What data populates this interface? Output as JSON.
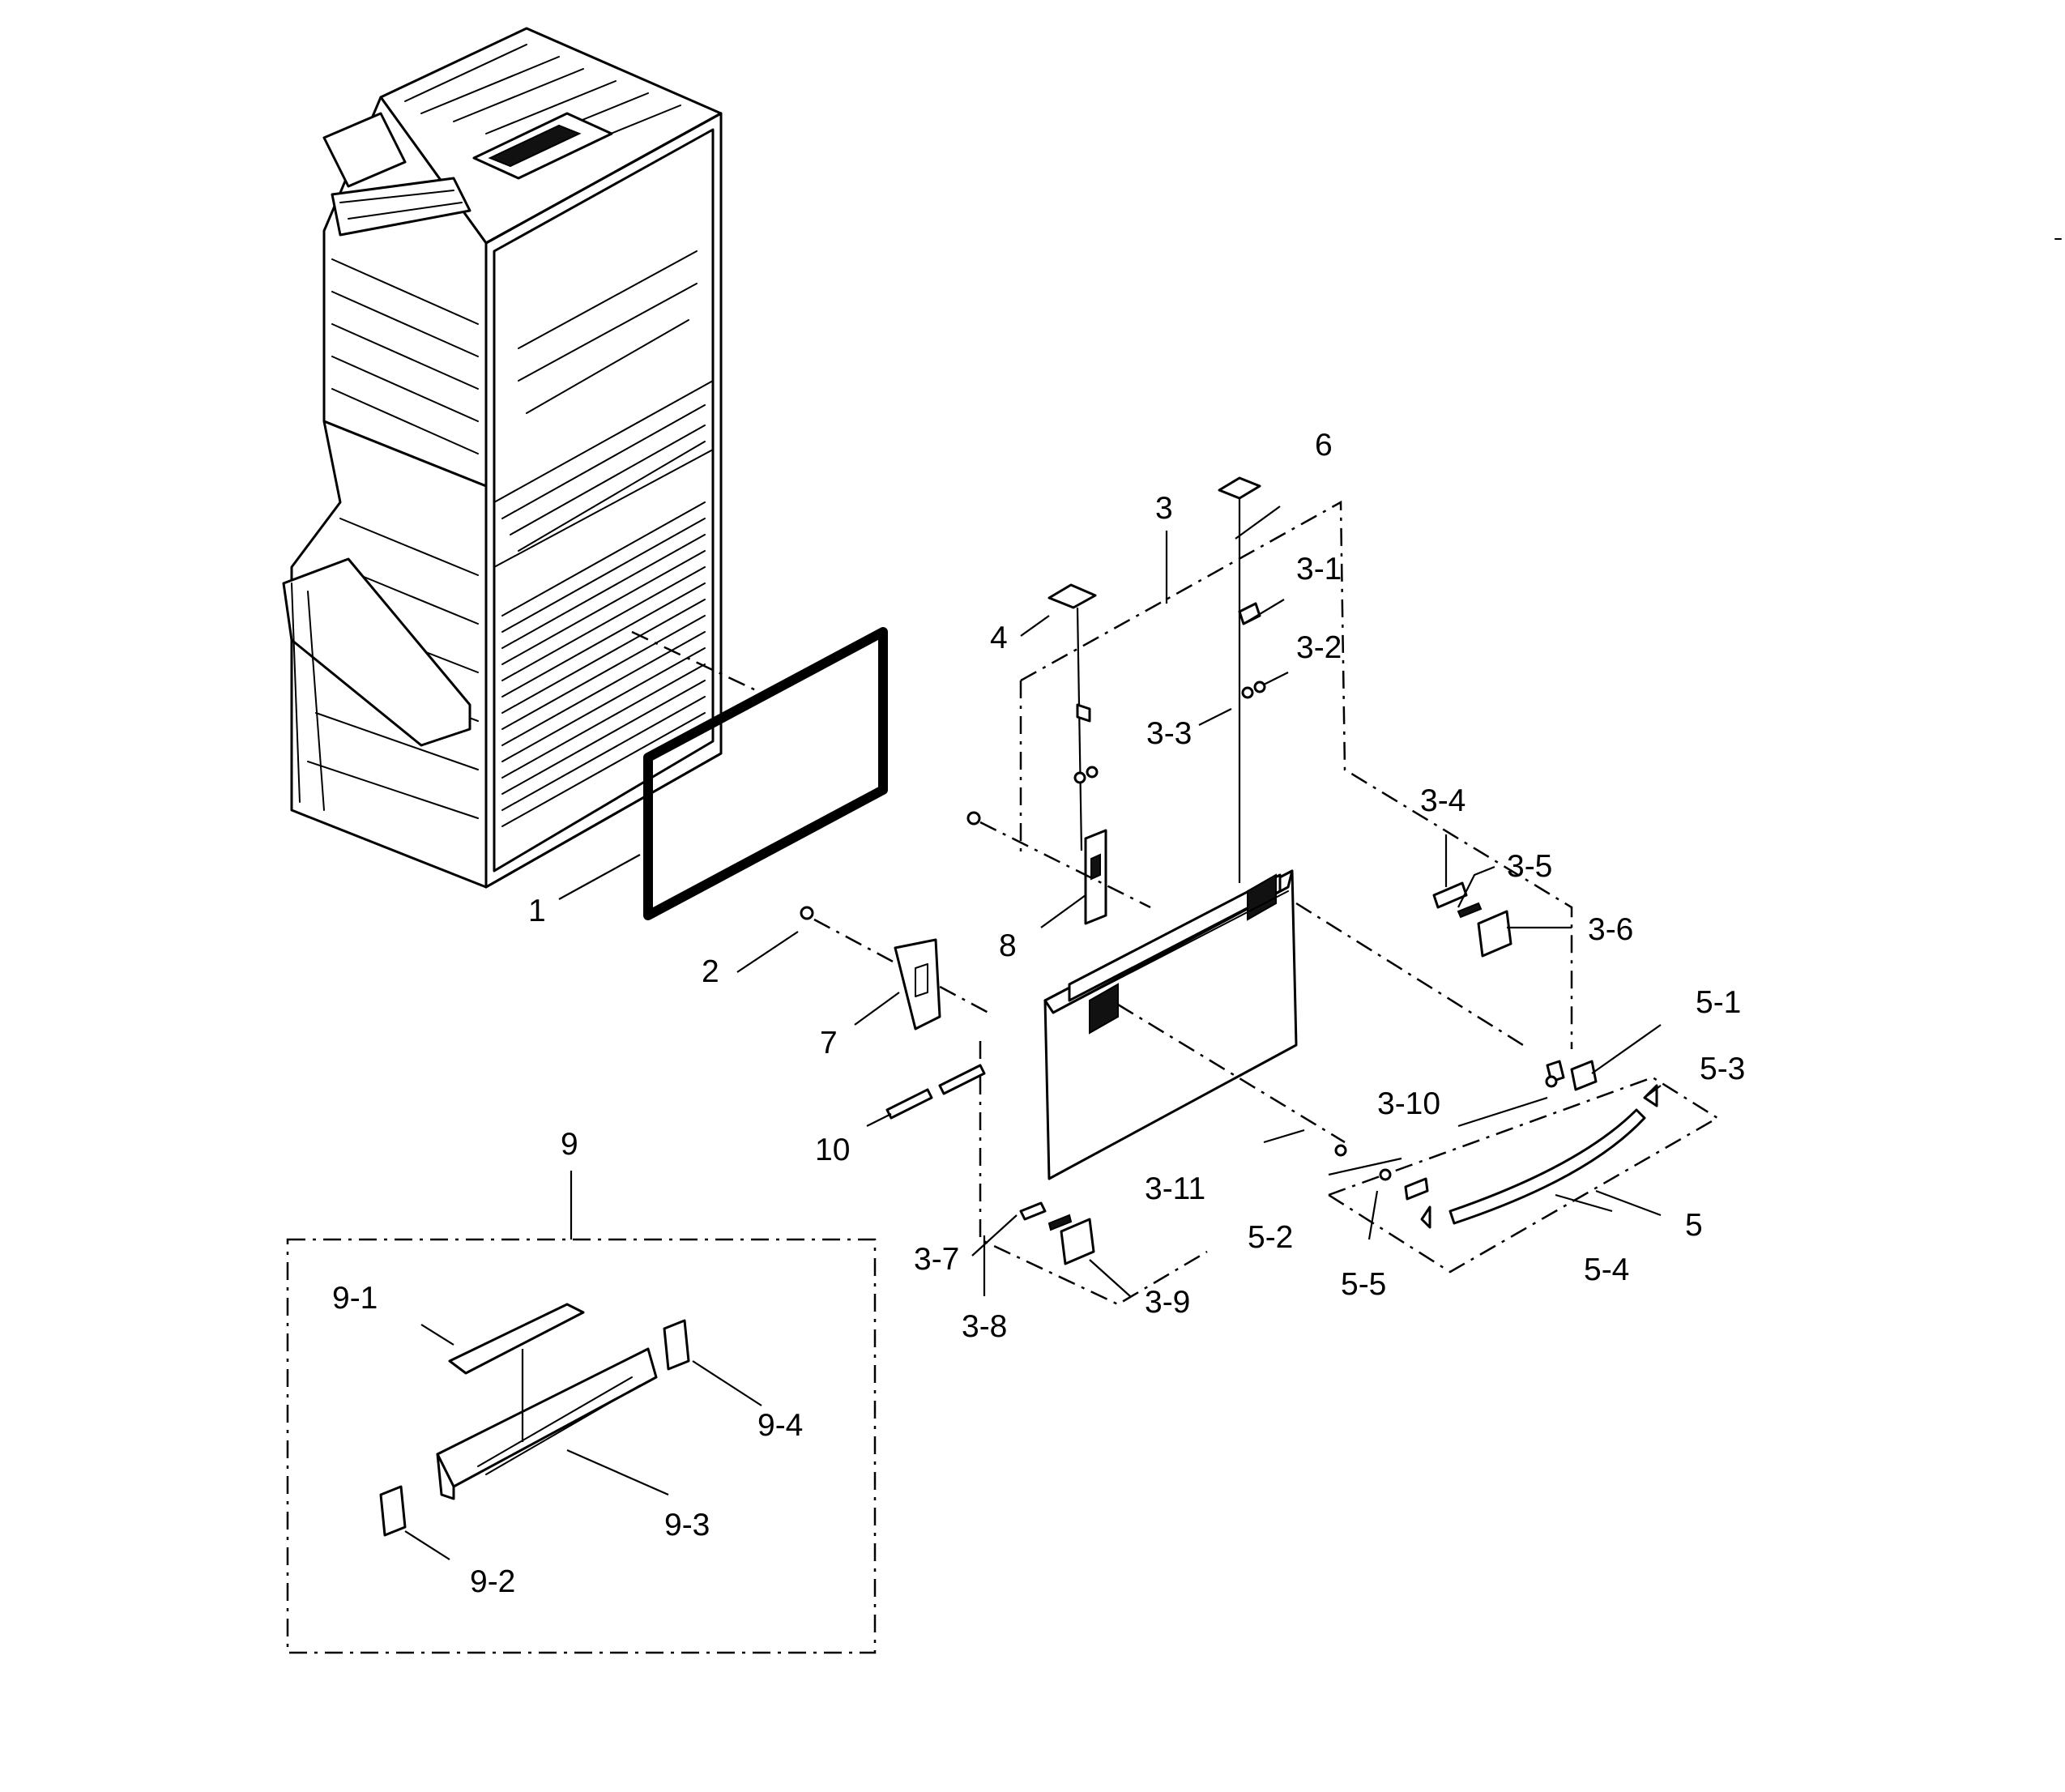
{
  "callouts": {
    "c1": "1",
    "c2": "2",
    "c3": "3",
    "c3_1": "3-1",
    "c3_2": "3-2",
    "c3_3": "3-3",
    "c3_4": "3-4",
    "c3_5": "3-5",
    "c3_6": "3-6",
    "c3_7": "3-7",
    "c3_8": "3-8",
    "c3_9": "3-9",
    "c3_10": "3-10",
    "c3_11": "3-11",
    "c4": "4",
    "c5": "5",
    "c5_1": "5-1",
    "c5_2": "5-2",
    "c5_3": "5-3",
    "c5_4": "5-4",
    "c5_5": "5-5",
    "c6": "6",
    "c7": "7",
    "c8": "8",
    "c9": "9",
    "c9_1": "9-1",
    "c9_2": "9-2",
    "c9_3": "9-3",
    "c9_4": "9-4",
    "c10": "10"
  }
}
